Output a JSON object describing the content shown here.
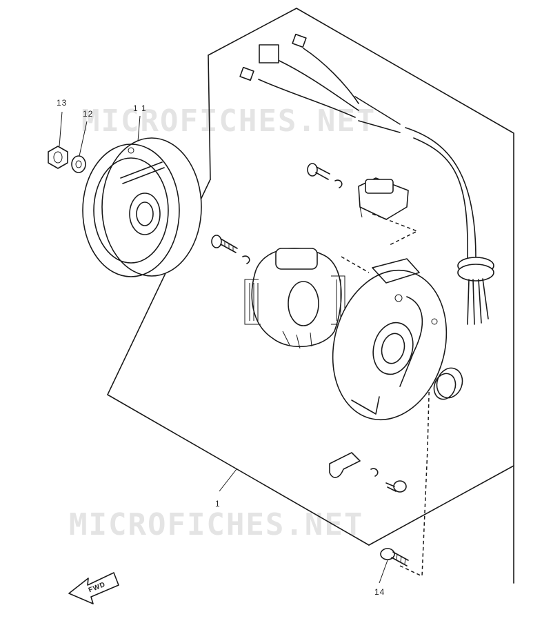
{
  "watermark": {
    "top_text": "MICROFICHES.NET",
    "bottom_text": "MICROFICHES.NET"
  },
  "callouts": {
    "p13": "13",
    "p12": "12",
    "p11": "1 1",
    "p1": "1",
    "p14": "14"
  },
  "direction_arrow": {
    "label": "FWD"
  }
}
